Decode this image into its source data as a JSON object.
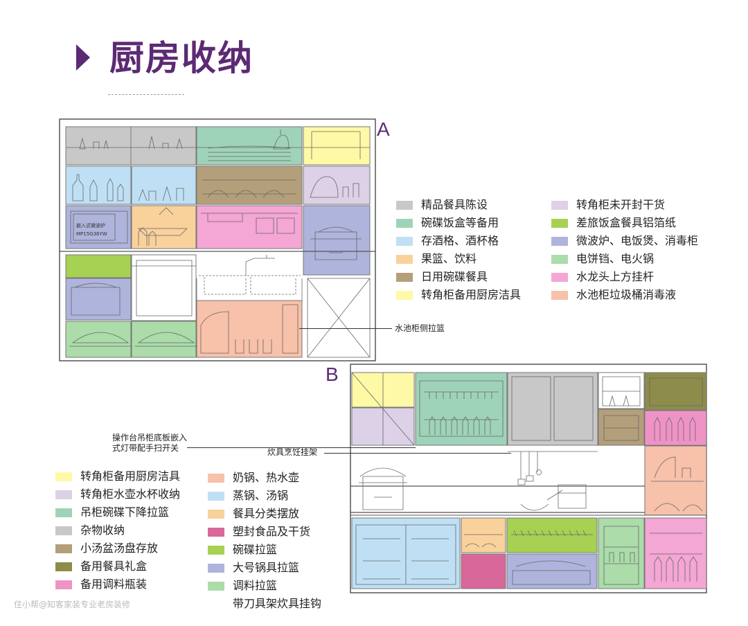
{
  "title": "厨房收纳",
  "section_a": "A",
  "section_b": "B",
  "microwave_label_1": "嵌入式微波炉",
  "microwave_label_2": "MP15G36YW",
  "legend_a": [
    {
      "label": "精品餐具陈设",
      "color": "#c8c8c8"
    },
    {
      "label": "碗碟饭盒等备用",
      "color": "#9fd3b9"
    },
    {
      "label": "存酒格、酒杯格",
      "color": "#bfe0f4"
    },
    {
      "label": "果篮、饮料",
      "color": "#f9d19b"
    },
    {
      "label": "日用碗碟餐具",
      "color": "#b49f7b"
    },
    {
      "label": "转角柜备用厨房洁具",
      "color": "#fdf9a6"
    },
    {
      "label": "转角柜未开封干货",
      "color": "#dcd1e7"
    },
    {
      "label": "差旅饭盒餐具铝箔纸",
      "color": "#a6d153"
    },
    {
      "label": "微波炉、电饭煲、消毒柜",
      "color": "#aeb4dc"
    },
    {
      "label": "电饼铛、电火锅",
      "color": "#abdcaa"
    },
    {
      "label": "水龙头上方挂杆",
      "color": "#f4a6d4"
    },
    {
      "label": "水池柜垃圾桶消毒液",
      "color": "#f7c1aa"
    }
  ],
  "legend_b": [
    {
      "label": "转角柜备用厨房洁具",
      "color": "#fdf9a6"
    },
    {
      "label": "转角柜水壶水杯收纳",
      "color": "#dcd1e7"
    },
    {
      "label": "吊柜碗碟下降拉篮",
      "color": "#9fd3b9"
    },
    {
      "label": "杂物收纳",
      "color": "#c8c8c8"
    },
    {
      "label": "小汤盆汤盘存放",
      "color": "#b49f7b"
    },
    {
      "label": "备用餐具礼盒",
      "color": "#8d8c4a"
    },
    {
      "label": "备用调料瓶装",
      "color": "#ef93c6"
    },
    {
      "label": "奶锅、热水壶",
      "color": "#f7c1aa"
    },
    {
      "label": "蒸锅、汤锅",
      "color": "#bfe0f4"
    },
    {
      "label": "餐具分类摆放",
      "color": "#f9d19b"
    },
    {
      "label": "塑封食品及干货",
      "color": "#d9689a"
    },
    {
      "label": "碗碟拉篮",
      "color": "#a6d153"
    },
    {
      "label": "大号锅具拉篮",
      "color": "#aeb4dc"
    },
    {
      "label": "调料拉篮",
      "color": "#abdcaa"
    },
    {
      "label": "带刀具架炊具挂钩",
      "color": ""
    }
  ],
  "callouts": {
    "sink_side_basket": "水池柜侧拉篮",
    "switch_line1": "操作台吊柜底板嵌入",
    "switch_line2": "式灯带配手扫开关",
    "cookware_rack": "炊具烹饪挂架"
  },
  "watermark": "住小帮@知客家装专业老房装修"
}
